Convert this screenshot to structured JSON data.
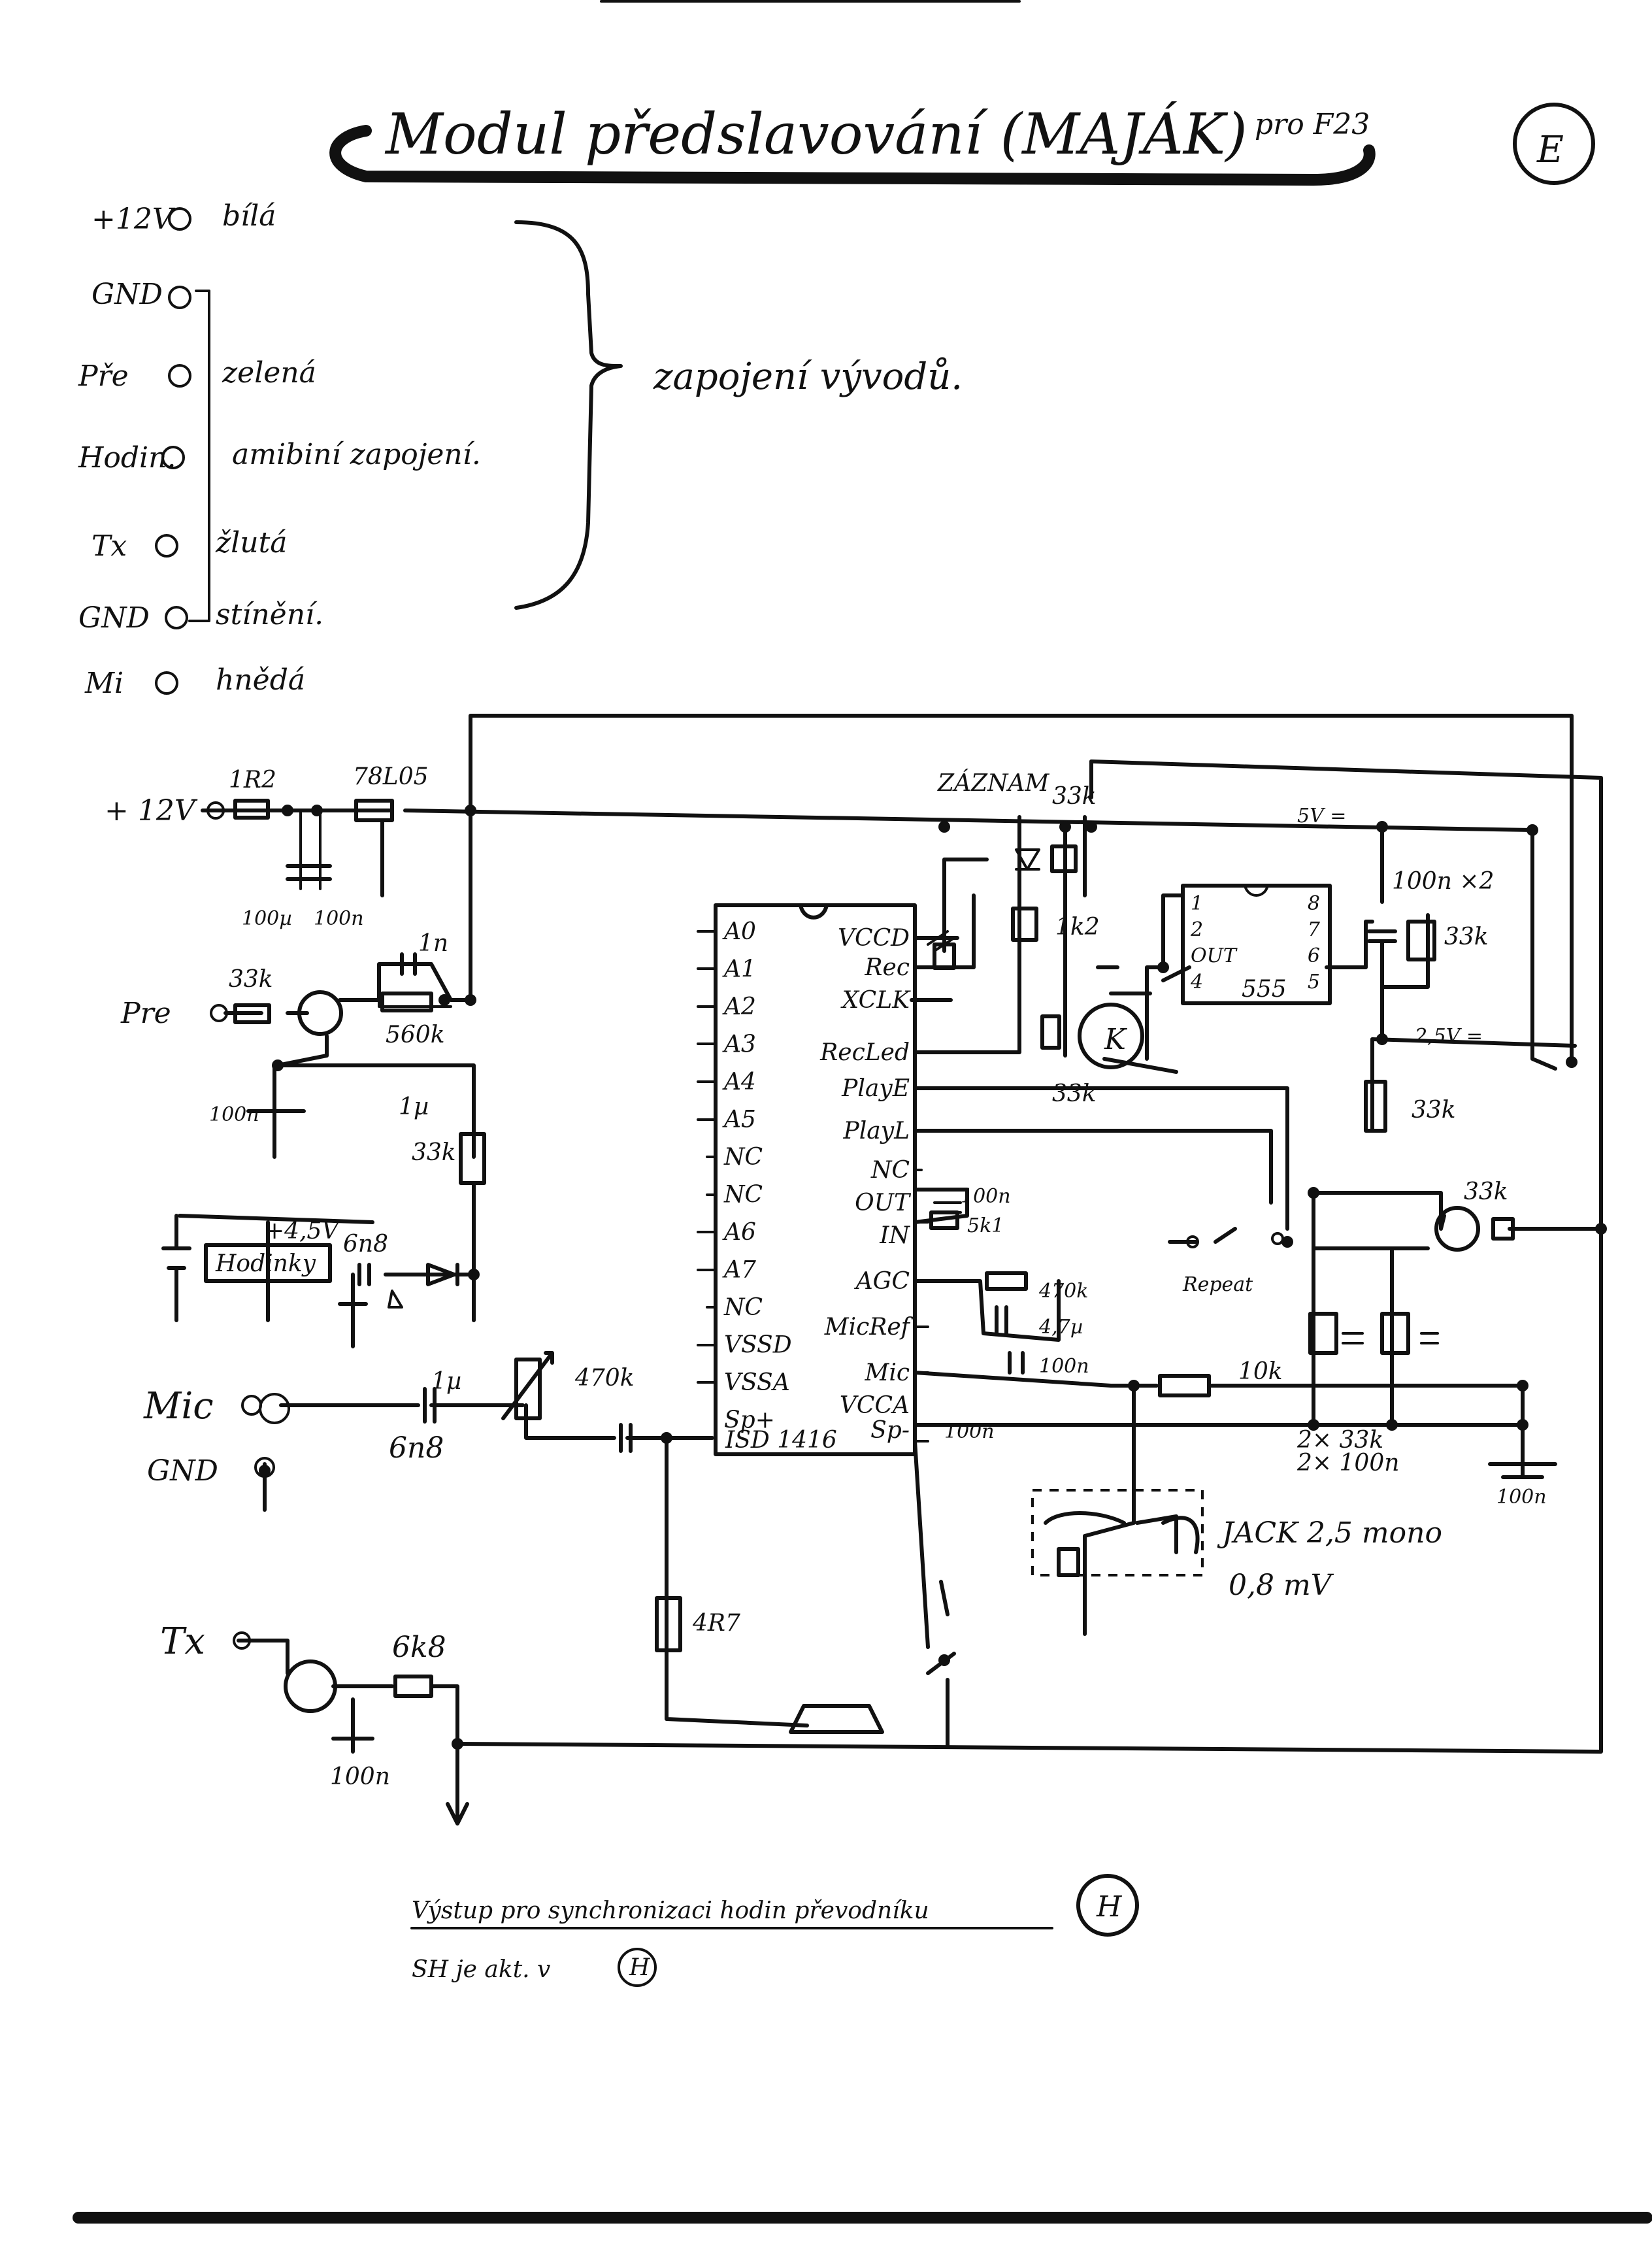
{
  "header": {
    "title": "Modul předslavování (MAJÁK)",
    "subtitle": "pro F23",
    "badge": "E"
  },
  "connector": {
    "pins": [
      {
        "name": "+12V",
        "color": "bílá"
      },
      {
        "name": "GND",
        "color": ""
      },
      {
        "name": "Pře",
        "color": "zelená"
      },
      {
        "name": "Hodin.",
        "color": "amibiní zapojení."
      },
      {
        "name": "Tx",
        "color": "žlutá"
      },
      {
        "name": "GND",
        "color": "stínění."
      },
      {
        "name": "Mi",
        "color": "hnědá"
      }
    ],
    "brace_note": "zapojení vývodů."
  },
  "schematic": {
    "supply": {
      "label": "+ 12V",
      "resistor": "1R2",
      "regulator": "78L05",
      "cap1": "100µ",
      "cap2": "100n"
    },
    "pre": {
      "label": "Pre",
      "r_in": "33k",
      "cap_fb": "1n",
      "r_fb": "560k",
      "cap": "100n",
      "r_pull": "33k",
      "cap_side": "1µ"
    },
    "clock": {
      "battery": "+4,5V",
      "block": "Hodinky",
      "cap": "6n8"
    },
    "mic": {
      "label": "Mic",
      "gnd": "GND",
      "cap_in": "1µ",
      "cap_gnd": "6n8",
      "pot": "470k"
    },
    "ic": {
      "name": "ISD 1416",
      "left_pins": [
        "A0",
        "A1",
        "A2",
        "A3",
        "A4",
        "A5",
        "NC",
        "NC",
        "A6",
        "A7",
        "NC",
        "VSSD",
        "VSSA",
        "Sp+"
      ],
      "right_pins": [
        "VCCD",
        "Rec",
        "XCLK",
        "RecLed",
        "PlayE",
        "PlayL",
        "NC",
        "OUT",
        "IN",
        "AGC",
        "MicRef",
        "Mic",
        "VCCA",
        "Sp-"
      ]
    },
    "record": {
      "label": "ZÁZNAM",
      "r_top": "33k",
      "r_led": "1k2",
      "r_base": "33k",
      "transistor": "K"
    },
    "timer": {
      "name": "555",
      "pins_left": [
        "1",
        "2",
        "OUT",
        "4"
      ],
      "pins_right": [
        "8",
        "7",
        "6",
        "5"
      ],
      "caps": "100n ×2",
      "r": "33k",
      "v5": "5V =",
      "v25": "2,5V =",
      "r_low": "33k"
    },
    "audio": {
      "cap_out": "100n",
      "r_in": "5k1",
      "r_agc": "470k",
      "c_agc": "4,7µ",
      "c_mic": "100n",
      "r_mic": "10k",
      "c_vcca": "100n",
      "c_sp": "100n",
      "r_sp": "4R7",
      "pair": "2× 33k",
      "pair_c": "2× 100n"
    },
    "repeat": {
      "label": "Repeat",
      "r_tr": "33k"
    },
    "jack": {
      "label": "JACK 2,5 mono",
      "level": "0,8 mV"
    },
    "tx": {
      "label": "Tx",
      "r": "6k8",
      "cap": "100n"
    }
  },
  "footer": {
    "line1": "Výstup pro synchronizaci hodin převodníku",
    "line1_badge": "H",
    "line2": "SH je akt. v",
    "line2_badge": "H"
  }
}
